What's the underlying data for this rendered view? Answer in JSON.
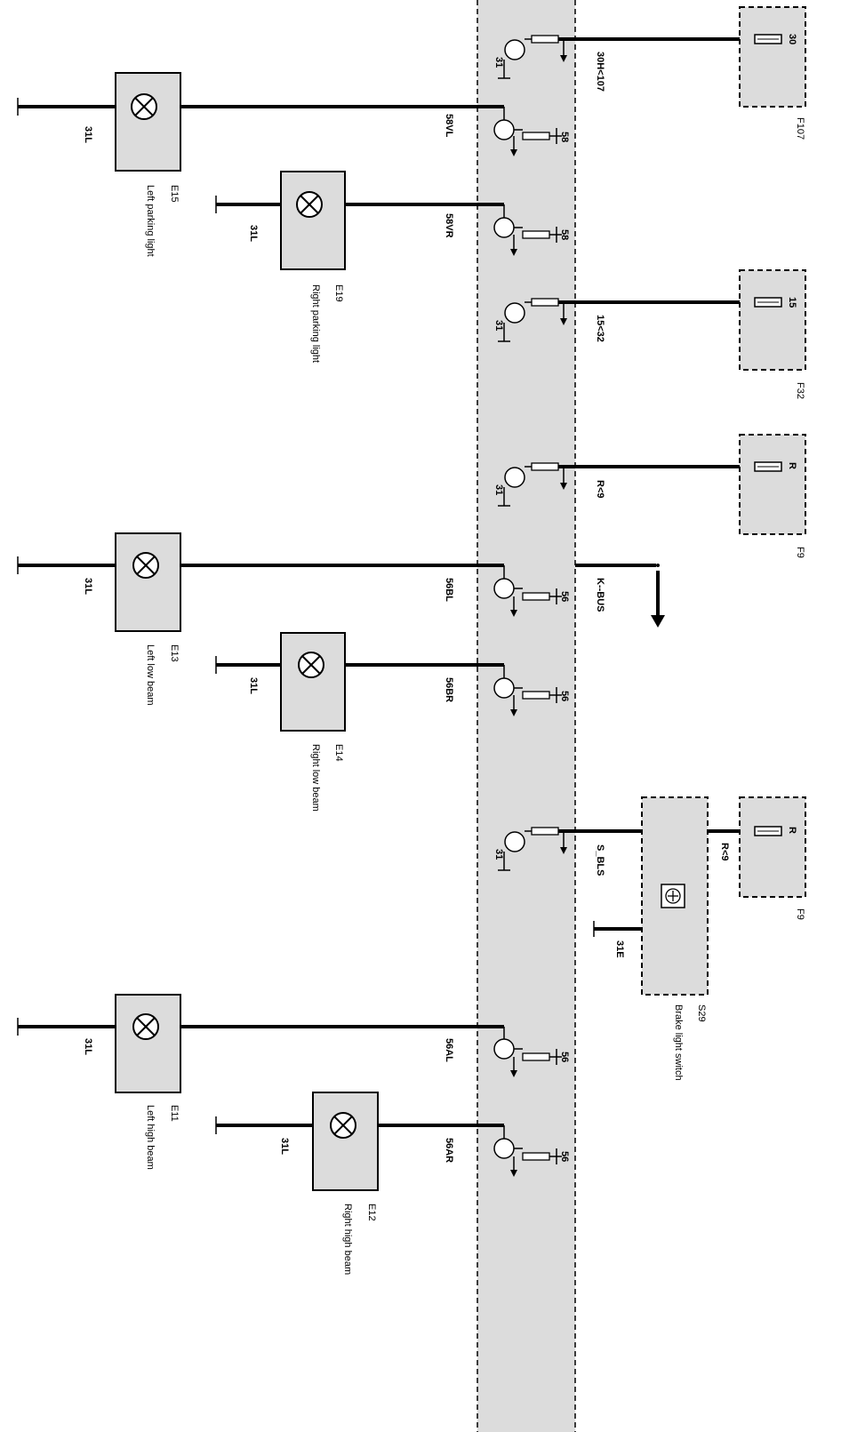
{
  "module": {
    "fill": "#dcdcdc",
    "stroke": "#000000"
  },
  "lamps": [
    {
      "id": "E15",
      "name": "Left parking light",
      "ground": "31L",
      "signal": "58VL",
      "pin": "58"
    },
    {
      "id": "E19",
      "name": "Right parking light",
      "ground": "31L",
      "signal": "58VR",
      "pin": "58"
    },
    {
      "id": "E13",
      "name": "Left low beam",
      "ground": "31L",
      "signal": "56BL",
      "pin": "56"
    },
    {
      "id": "E14",
      "name": "Right low beam",
      "ground": "31L",
      "signal": "56BR",
      "pin": "56"
    },
    {
      "id": "E11",
      "name": "Left high beam",
      "ground": "31L",
      "signal": "56AL",
      "pin": "56"
    },
    {
      "id": "E12",
      "name": "Right high beam",
      "ground": "31L",
      "signal": "56AR",
      "pin": "56"
    }
  ],
  "inputs": [
    {
      "signal": "30H<107",
      "ground": "31",
      "fuse": "F107",
      "terminal": "30"
    },
    {
      "signal": "15<32",
      "ground": "31",
      "fuse": "F32",
      "terminal": "15"
    },
    {
      "signal": "R<9",
      "ground": "31",
      "fuse": "F9",
      "terminal": "R"
    },
    {
      "signal": "S_BLS",
      "ground": "31",
      "fuse": "F9",
      "terminal": "R"
    }
  ],
  "bus": {
    "label": "K--BUS"
  },
  "switch": {
    "id": "S29",
    "name": "Brake light switch",
    "in_label": "R<9",
    "ground": "31E"
  }
}
